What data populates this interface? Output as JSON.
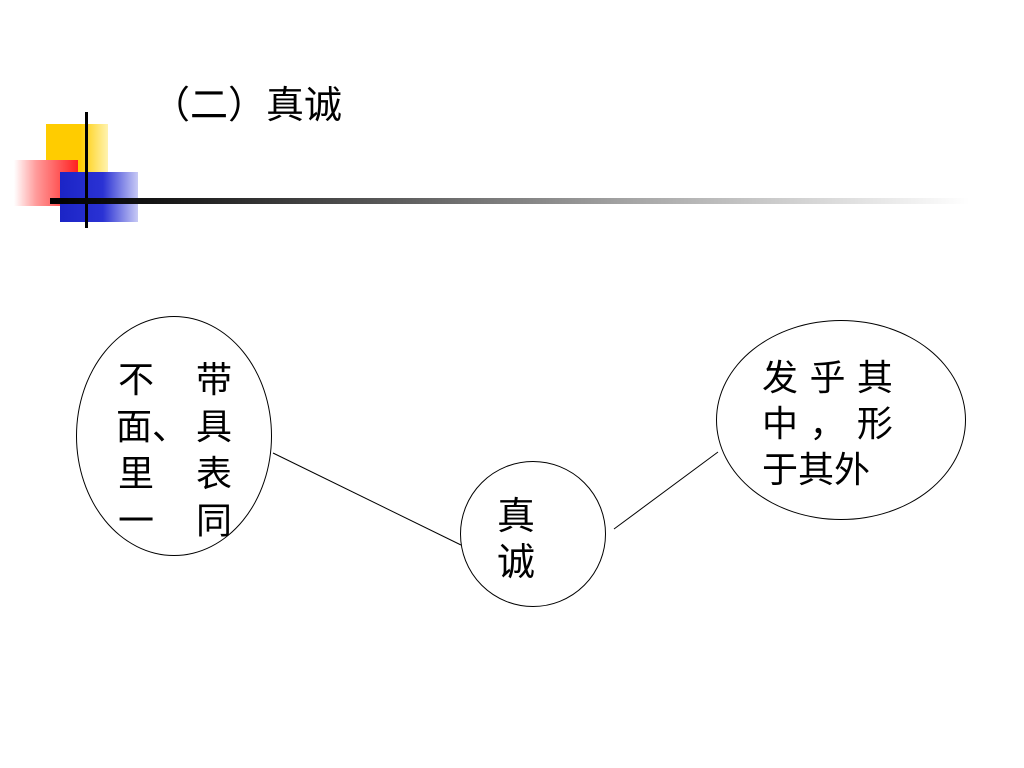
{
  "slide": {
    "title": "（二）真诚"
  },
  "diagram": {
    "center": {
      "text": "真诚"
    },
    "left": {
      "column1": "不面、里一",
      "column2": "带具表同"
    },
    "right": {
      "line1": "发 乎 其",
      "line2": "中 ， 形",
      "line3": "于其外"
    }
  }
}
